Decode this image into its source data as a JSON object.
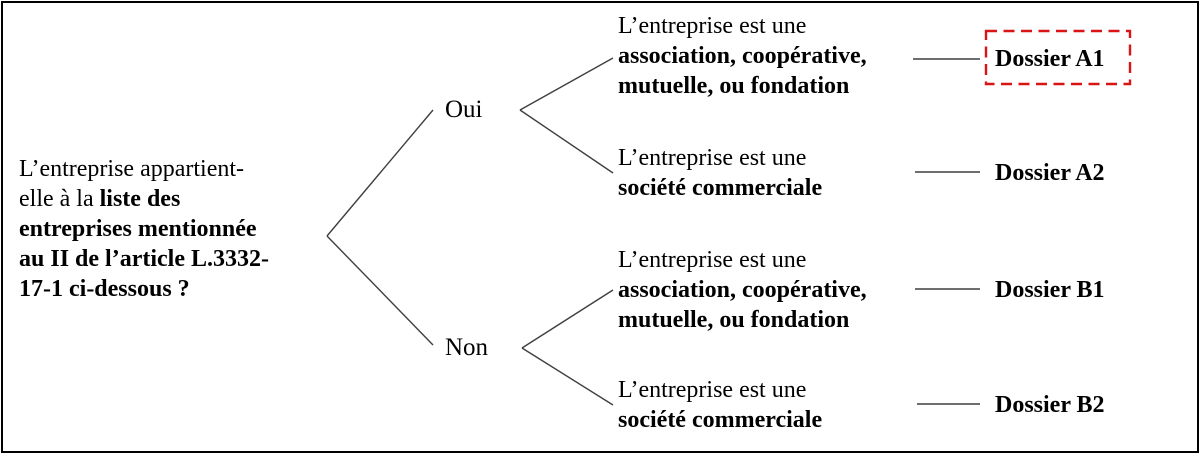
{
  "colors": {
    "highlight_red": "#d91414",
    "connector": "#3f3f3f",
    "text": "#000000",
    "frame": "#000000"
  },
  "question": {
    "line1": "L’entreprise appartient-",
    "line2_regular": "elle à la ",
    "line2_bold": "liste des",
    "line3_bold": "entreprises mentionnée",
    "line4_bold": "au II de l’article L.3332-",
    "line5_bold": "17-1 ci-dessous ?"
  },
  "branches": {
    "yes": {
      "label": "Oui",
      "children": {
        "a1": {
          "intro": "L’entreprise est une",
          "type_bold_line1": "association, coopérative,",
          "type_bold_line2": "mutuelle, ou fondation",
          "outcome": "Dossier A1",
          "highlighted": true
        },
        "a2": {
          "intro": "L’entreprise est une",
          "type_bold_line1": "société commerciale",
          "outcome": "Dossier A2",
          "highlighted": false
        }
      }
    },
    "no": {
      "label": "Non",
      "children": {
        "b1": {
          "intro": "L’entreprise est une",
          "type_bold_line1": "association, coopérative,",
          "type_bold_line2": "mutuelle, ou fondation",
          "outcome": "Dossier B1",
          "highlighted": false
        },
        "b2": {
          "intro": "L’entreprise est une",
          "type_bold_line1": "société commerciale",
          "outcome": "Dossier B2",
          "highlighted": false
        }
      }
    }
  }
}
